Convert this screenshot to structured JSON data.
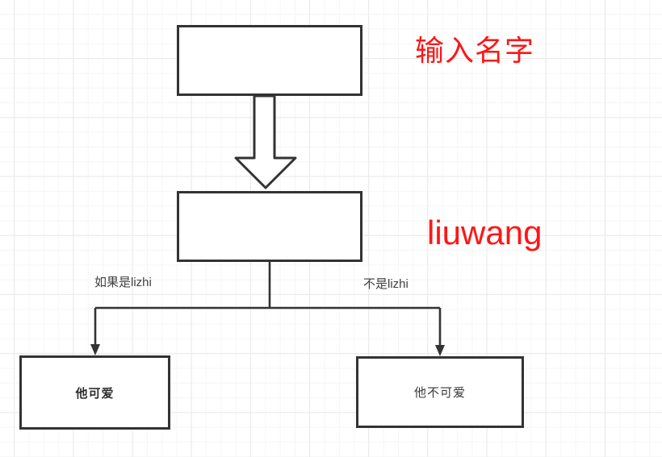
{
  "canvas": {
    "type": "flowchart-editor-canvas",
    "background": "#ffffff",
    "grid_minor_color": "#f6f6f6",
    "grid_major_color": "#e9e9e9"
  },
  "colors": {
    "shape_stroke": "#333333",
    "shape_fill": "#ffffff",
    "annotation_red": "#fe1616",
    "label_gray": "#404040"
  },
  "nodes": {
    "input_box": {
      "label": ""
    },
    "process_box": {
      "label": ""
    },
    "result_left": {
      "label": "他可爱",
      "bold": true
    },
    "result_right": {
      "label": "他不可爱",
      "bold": false
    }
  },
  "annotations": {
    "input_hint": "输入名字",
    "name_value": "liuwang"
  },
  "edges": {
    "left_condition_label": "如果是lizhi",
    "right_condition_label": "不是lizhi"
  }
}
